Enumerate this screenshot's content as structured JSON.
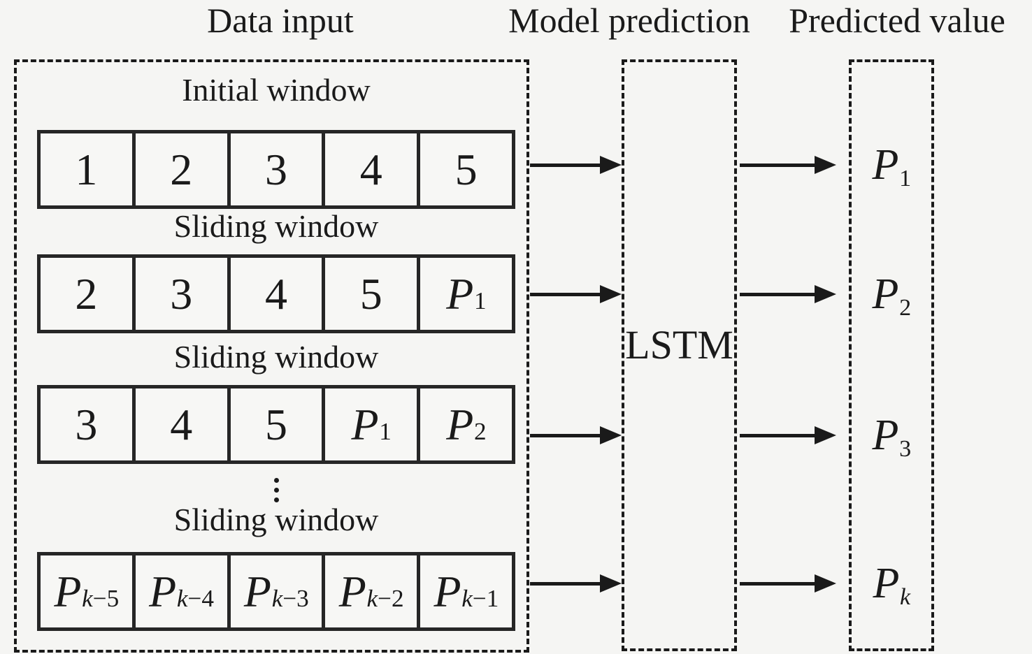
{
  "headers": {
    "data_input": "Data input",
    "model_prediction": "Model prediction",
    "predicted_value": "Predicted value"
  },
  "input_panel": {
    "windows": [
      {
        "label": "Initial window",
        "cells": [
          "1",
          "2",
          "3",
          "4",
          "5"
        ]
      },
      {
        "label": "Sliding window",
        "cells": [
          "2",
          "3",
          "4",
          "5",
          "P_1"
        ]
      },
      {
        "label": "Sliding window",
        "cells": [
          "3",
          "4",
          "5",
          "P_1",
          "P_2"
        ]
      },
      {
        "label": "Sliding window",
        "cells": [
          "P_k−5",
          "P_k−4",
          "P_k−3",
          "P_k−2",
          "P_k−1"
        ]
      }
    ],
    "ellipsis": "⋮"
  },
  "model": {
    "label": "LSTM"
  },
  "output_panel": {
    "values": [
      "P_1",
      "P_2",
      "P_3",
      "P_k"
    ]
  },
  "colors": {
    "ink": "#1a1a1a",
    "background": "#f5f5f3"
  }
}
